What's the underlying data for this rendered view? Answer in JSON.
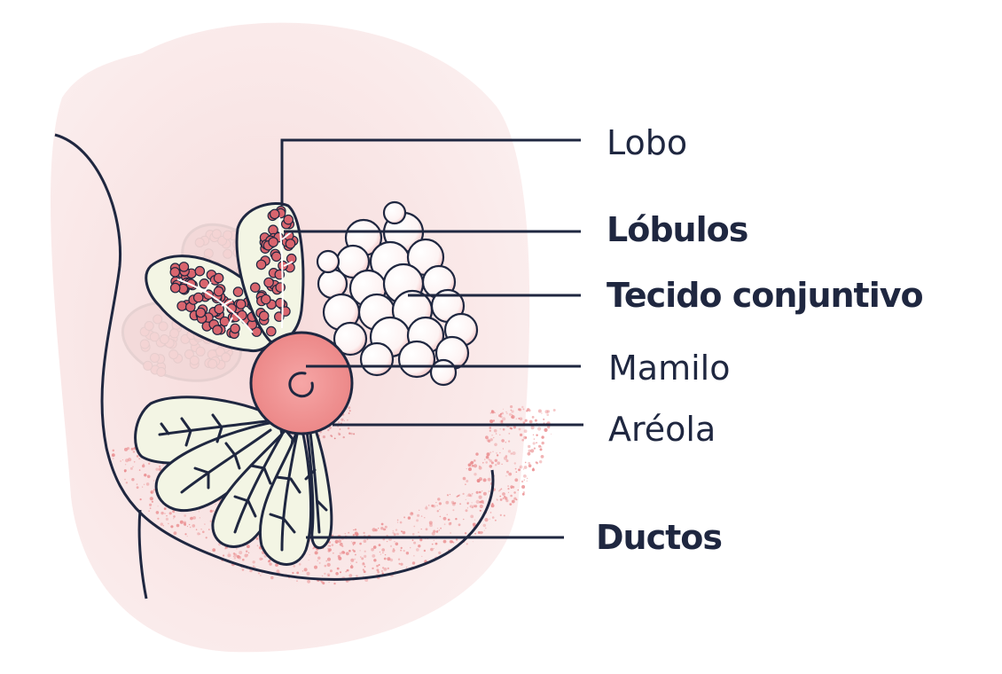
{
  "labels": {
    "lobo": "Lobo",
    "lobulos": "Lóbulos",
    "tecido": "Tecido conjuntivo",
    "mamilo": "Mamilo",
    "areola": "Aréola",
    "ductos": "Ductos"
  },
  "colors": {
    "outline": "#1f2740",
    "skin": "#f9e6e6",
    "lobule_fill": "#f3f5e4",
    "lobule_dot": "#d9656e",
    "nipple": "#ee8f8f",
    "nipple_center": "#ef7f7f",
    "fat_cell": "#fff8f8",
    "speckle": "#e9888a"
  }
}
